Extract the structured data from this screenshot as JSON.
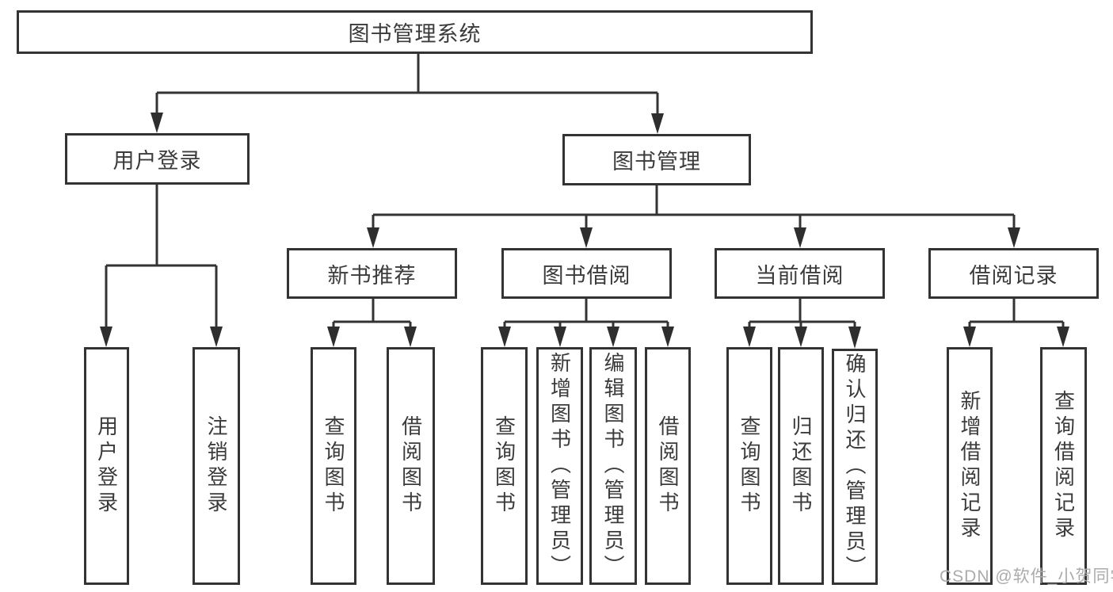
{
  "tree": {
    "root": {
      "label": "图书管理系统"
    },
    "branches": [
      {
        "label": "用户登录",
        "children": [
          {
            "label": "用户登录"
          },
          {
            "label": "注销登录"
          }
        ]
      },
      {
        "label": "图书管理",
        "children": [
          {
            "label": "新书推荐",
            "children": [
              {
                "label": "查询图书"
              },
              {
                "label": "借阅图书"
              }
            ]
          },
          {
            "label": "图书借阅",
            "children": [
              {
                "label": "查询图书"
              },
              {
                "label": "新增图书（管理员）"
              },
              {
                "label": "编辑图书（管理员）"
              },
              {
                "label": "借阅图书"
              }
            ]
          },
          {
            "label": "当前借阅",
            "children": [
              {
                "label": "查询图书"
              },
              {
                "label": "归还图书"
              },
              {
                "label": "确认归还（管理员）"
              }
            ]
          },
          {
            "label": "借阅记录",
            "children": [
              {
                "label": "新增借阅记录"
              },
              {
                "label": "查询借阅记录"
              }
            ]
          }
        ]
      }
    ]
  },
  "watermark": "CSDN @软件_小贺同学",
  "colors": {
    "line": "#333333",
    "text": "#3b3b3b",
    "arrow": "#2e2e2e",
    "watermark": "#ababab",
    "background": "#ffffff"
  }
}
